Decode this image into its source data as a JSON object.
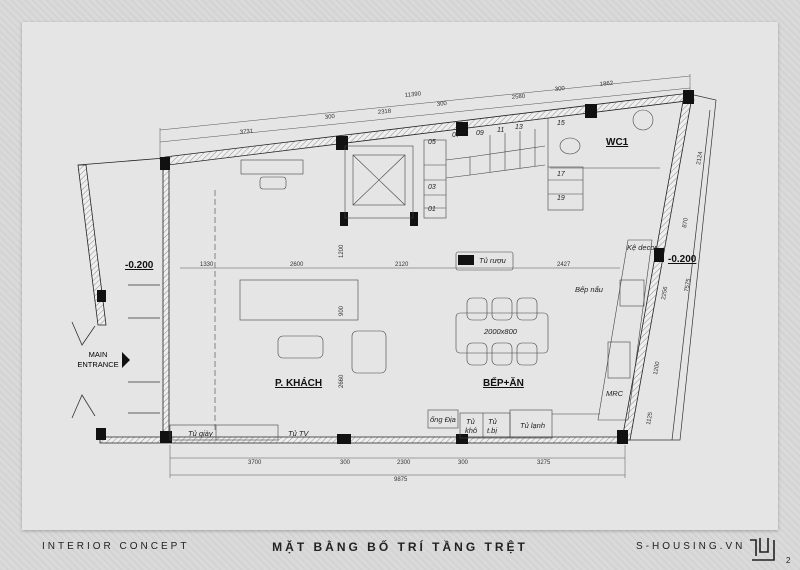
{
  "footer": {
    "left": "INTERIOR CONCEPT",
    "title": "MẶT BẰNG BỐ TRÍ TẦNG TRỆT",
    "brand": "S-HOUSING.VN",
    "page": "2"
  },
  "plan": {
    "rooms": {
      "living": "P. KHÁCH",
      "kitchen": "BẾP+ĂN",
      "wc": "WC1"
    },
    "levels": {
      "left": "-0.200",
      "right": "-0.200"
    },
    "entrance": [
      "MAIN",
      "ENTRANCE"
    ],
    "labels": {
      "wine": "Tủ rượu",
      "table": "2000x800",
      "stove": "Bếp nấu",
      "decor": "Kệ decor",
      "mrc": "MRC",
      "fridge": "Tủ lạnh",
      "pantry1": "Tủ",
      "pantry2": "khô",
      "equip1": "Tủ",
      "equip2": "t.bị",
      "pipe": "ống Địa",
      "shoe": "Tủ giày",
      "tv": "Tủ TV"
    },
    "stairs": [
      "01",
      "03",
      "05",
      "07",
      "09",
      "11",
      "13",
      "15",
      "17",
      "19"
    ],
    "dims_top": {
      "total": "11390",
      "a": "3731",
      "b": "300",
      "c": "2318",
      "d": "300",
      "e": "2580",
      "f": "300",
      "g": "1862"
    },
    "dims_mid": {
      "a": "1330",
      "b": "2600",
      "c": "2120",
      "d": "2427"
    },
    "dims_bottom": {
      "a": "3700",
      "b": "300",
      "c": "2300",
      "d": "300",
      "e": "3275",
      "total": "9875"
    },
    "dims_vert": {
      "v1": "1200",
      "v2": "900",
      "v3": "2660",
      "r1": "2124",
      "r2": "870",
      "r3": "2256",
      "r4": "7575",
      "r5": "1200",
      "r6": "1125"
    }
  }
}
